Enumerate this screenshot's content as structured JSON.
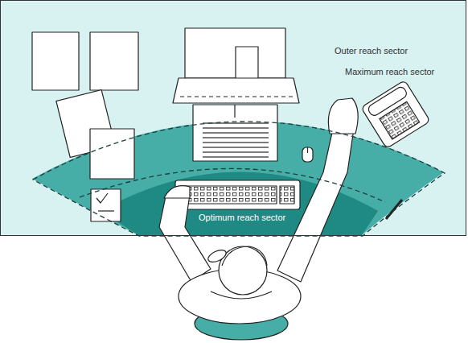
{
  "diagram": {
    "nodes": [
      {
        "text": [
          "Outer reach sector"
        ]
      },
      {
        "text": [
          "Maximum reach sector"
        ],
        "in": 0
      },
      {
        "text": [
          "Optimum reach sector"
        ],
        "in": 1
      }
    ]
  }
}
